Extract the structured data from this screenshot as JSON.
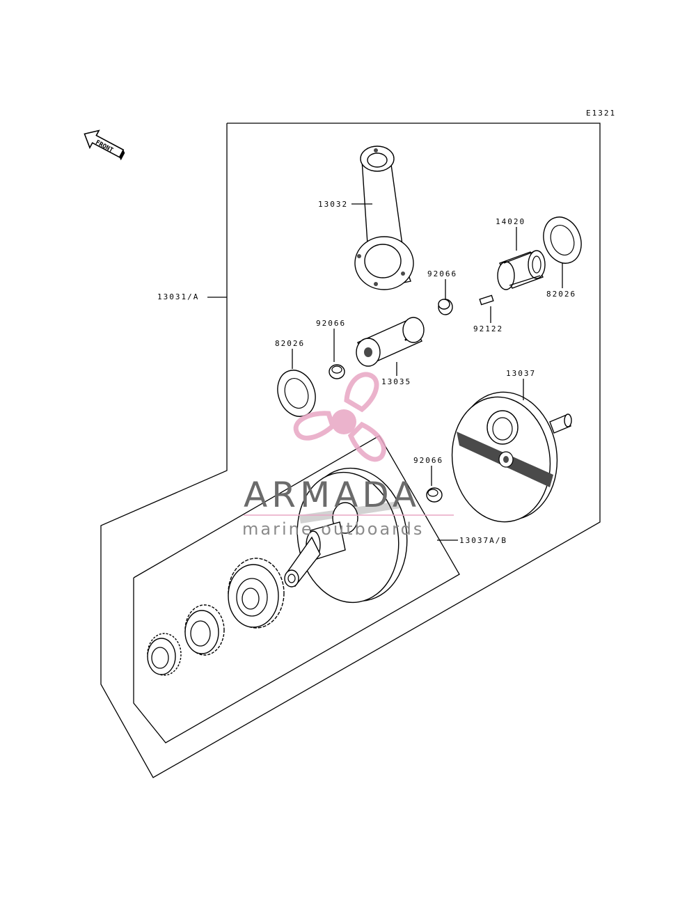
{
  "diagram": {
    "code": "E1321",
    "front_marker": "FRONT",
    "labels": {
      "crankshaft_assy": "13031/A",
      "connecting_rod": "13032",
      "needle_bearing": "14020",
      "washer_right": "82026",
      "washer_left": "82026",
      "collar_upper": "92066",
      "collar_middle": "92066",
      "collar_lower": "92066",
      "pin": "92122",
      "crank_pin": "13035",
      "flywheel_right": "13037",
      "flywheel_left": "13037A/B"
    }
  },
  "watermark": {
    "brand": "ARMADA",
    "tagline": "marine outboards",
    "logo_color": "#e8a6c4",
    "text_color": "#6b6b6b"
  }
}
